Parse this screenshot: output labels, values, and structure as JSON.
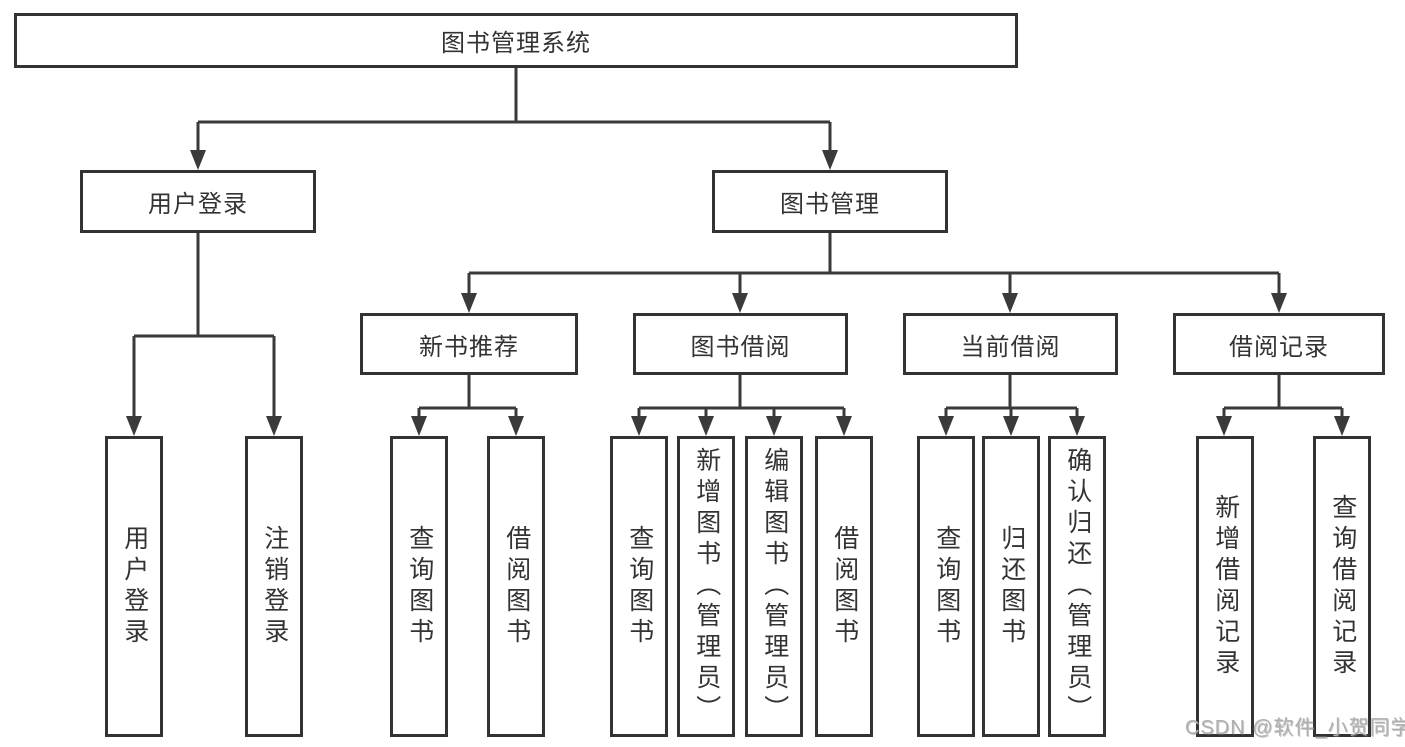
{
  "colors": {
    "line": "#3a3a3a",
    "border": "#333333",
    "text": "#333333",
    "watermark": "#b0b0b0",
    "background": "#ffffff"
  },
  "tree": {
    "root": {
      "label": "图书管理系统",
      "children": [
        {
          "label": "用户登录",
          "children": [
            {
              "label": "用户登录"
            },
            {
              "label": "注销登录"
            }
          ]
        },
        {
          "label": "图书管理",
          "children": [
            {
              "label": "新书推荐",
              "children": [
                {
                  "label": "查询图书"
                },
                {
                  "label": "借阅图书"
                }
              ]
            },
            {
              "label": "图书借阅",
              "children": [
                {
                  "label": "查询图书"
                },
                {
                  "label": "新增图书（管理员）"
                },
                {
                  "label": "编辑图书（管理员）"
                },
                {
                  "label": "借阅图书"
                }
              ]
            },
            {
              "label": "当前借阅",
              "children": [
                {
                  "label": "查询图书"
                },
                {
                  "label": "归还图书"
                },
                {
                  "label": "确认归还（管理员）"
                }
              ]
            },
            {
              "label": "借阅记录",
              "children": [
                {
                  "label": "新增借阅记录"
                },
                {
                  "label": "查询借阅记录"
                }
              ]
            }
          ]
        }
      ]
    }
  },
  "watermark": {
    "text": "CSDN @软件_小贺同学"
  }
}
